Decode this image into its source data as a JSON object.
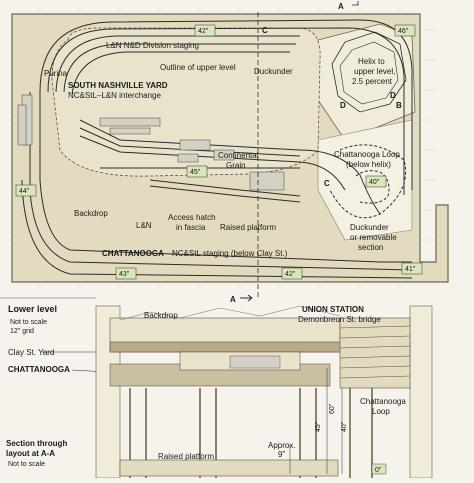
{
  "upper_plan": {
    "labels": {
      "ln_staging": "L&N  N&D Division staging",
      "outline_upper": "Outline of upper level",
      "duckunder_top": "Duckunder",
      "purina": "Purina",
      "south_nashville": "SOUTH NASHVILLE YARD",
      "interchange": "NC&StL–L&N interchange",
      "continental_grain_1": "Continental",
      "continental_grain_2": "Grain",
      "backdrop": "Backdrop",
      "ln_lower": "L&N",
      "access_hatch_1": "Access hatch",
      "access_hatch_2": "in fascia",
      "raised_platform": "Raised platform",
      "chattanooga": "CHATTANOOGA",
      "ncstl_staging": "NC&StL staging (below Clay St.)",
      "helix_1": "Helix to",
      "helix_2": "upper level,",
      "helix_3": "2.5 percent",
      "chatt_loop_1": "Chattanooga Loop",
      "chatt_loop_2": "(below helix)",
      "duckunder_2": "Duckunder",
      "duckunder_3": "or removable",
      "duckunder_4": "section"
    },
    "dims": {
      "d42_top": "42\"",
      "d46": "46\"",
      "d45": "45\"",
      "d40": "40\"",
      "d44": "44\"",
      "d43": "43\"",
      "d42_bottom": "42\"",
      "d41": "41\""
    },
    "letters": {
      "a_top": "A",
      "a_mid": "A",
      "b": "B",
      "c_top": "C",
      "c_right": "C",
      "d_helix": "D",
      "d_right": "D"
    }
  },
  "lower_section": {
    "title": "Lower level",
    "not_scale": "Not to scale",
    "grid": "12\" grid",
    "clay_st": "Clay St. Yard",
    "chattanooga": "CHATTANOOGA",
    "section_1": "Section through",
    "section_2": "layout at A-A",
    "section_3": "Not to scale",
    "backdrop": "Backdrop",
    "union_station": "UNION STATION",
    "demonbreun": "Demonbreun St. bridge",
    "chatt_loop_1": "Chattanooga",
    "chatt_loop_2": "Loop",
    "raised_platform": "Raised platform",
    "approx_1": "Approx.",
    "approx_2": "9\"",
    "d45": "45\"",
    "d60": "60\"",
    "d40": "40\"",
    "d0": "0\""
  },
  "colors": {
    "benchwork": "#e2dbbf",
    "deck": "#e9e3cb",
    "track": "#2c2c2c",
    "fascia": "#8c8168",
    "dim_box": "#d8e6ba"
  }
}
